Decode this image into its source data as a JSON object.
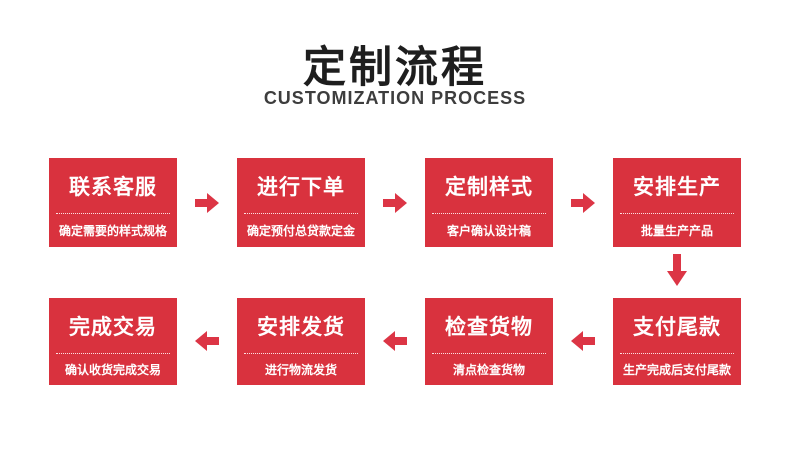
{
  "header": {
    "title": "定制流程",
    "subtitle": "CUSTOMIZATION PROCESS"
  },
  "colors": {
    "box_red": "#d9323e",
    "arrow_red": "#dc3545",
    "title_text": "#1e1e1e",
    "subtitle_text": "#3d3d3d",
    "text_on_red": "#ffffff"
  },
  "steps": [
    {
      "label": "联系客服",
      "sublabel": "确定需要的样式规格"
    },
    {
      "label": "进行下单",
      "sublabel": "确定预付总贷款定金"
    },
    {
      "label": "定制样式",
      "sublabel": "客户确认设计稿"
    },
    {
      "label": "安排生产",
      "sublabel": "批量生产产品"
    },
    {
      "label": "支付尾款",
      "sublabel": "生产完成后支付尾款"
    },
    {
      "label": "检查货物",
      "sublabel": "清点检查货物"
    },
    {
      "label": "安排发货",
      "sublabel": "进行物流发货"
    },
    {
      "label": "完成交易",
      "sublabel": "确认收货完成交易"
    }
  ]
}
